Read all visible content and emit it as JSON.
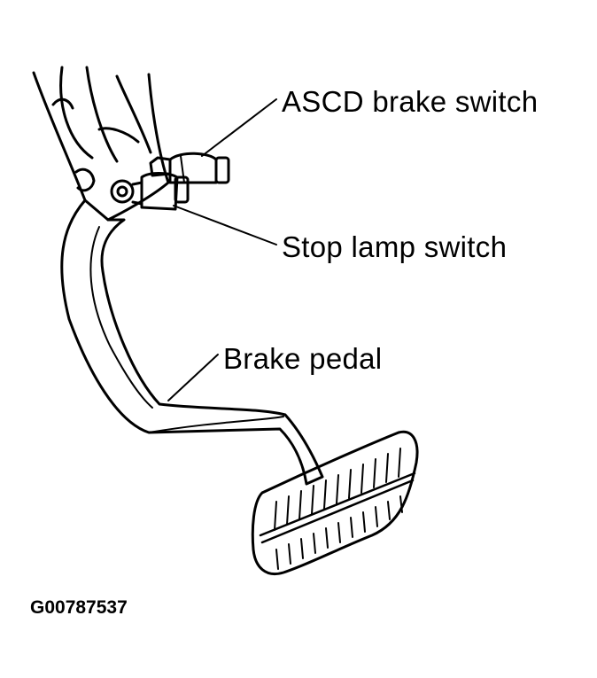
{
  "labels": {
    "ascd_brake_switch": "ASCD brake switch",
    "stop_lamp_switch": "Stop lamp switch",
    "brake_pedal": "Brake pedal"
  },
  "figure_id": "G00787537",
  "colors": {
    "ink": "#000000",
    "paper": "#ffffff"
  }
}
